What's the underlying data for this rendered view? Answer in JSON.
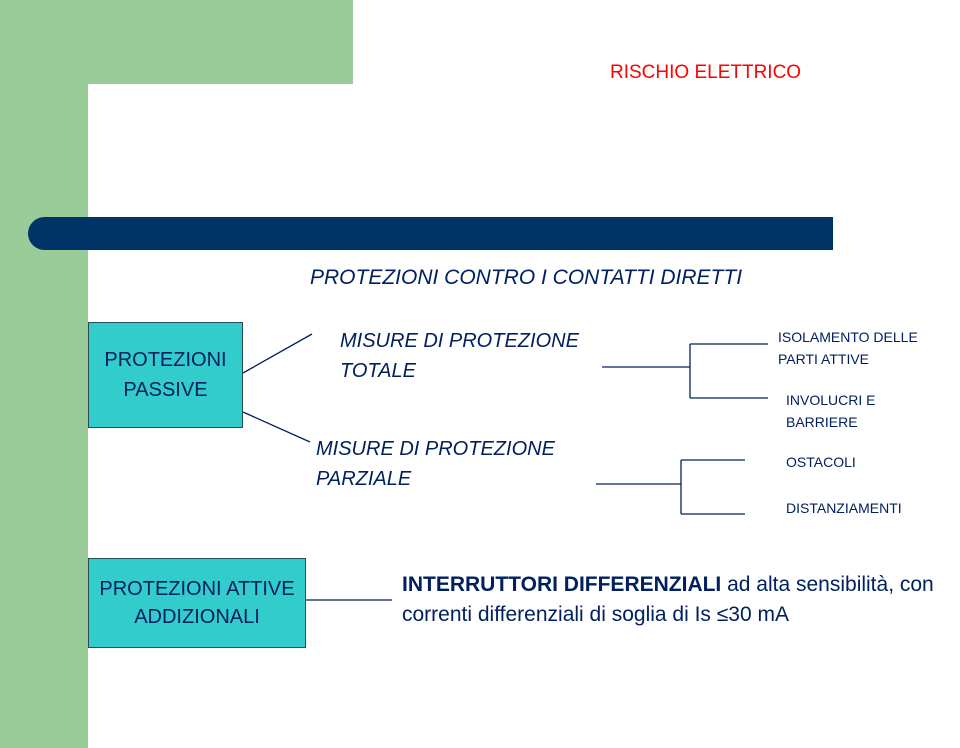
{
  "slide_title": "RISCHIO ELETTRICO",
  "heading": "PROTEZIONI CONTRO I CONTATTI DIRETTI",
  "passive_box": {
    "line1": "PROTEZIONI",
    "line2": "PASSIVE"
  },
  "measures": {
    "total": {
      "line1": "MISURE DI PROTEZIONE",
      "line2": "TOTALE"
    },
    "partial": {
      "line1": "MISURE DI PROTEZIONE",
      "line2": "PARZIALE"
    }
  },
  "total_items": [
    {
      "line1": "ISOLAMENTO DELLE",
      "line2": "PARTI ATTIVE"
    },
    {
      "line1": "INVOLUCRI E",
      "line2": "BARRIERE"
    }
  ],
  "partial_items": [
    {
      "label": "OSTACOLI"
    },
    {
      "label": "DISTANZIAMENTI"
    }
  ],
  "active_box": {
    "line1": "PROTEZIONI ATTIVE",
    "line2": "ADDIZIONALI"
  },
  "active_desc": {
    "bold": "INTERRUTTORI DIFFERENZIALI",
    "rest1": " ad alta sensibilità, con",
    "rest2": "correnti differenziali di soglia di Is ≤30 mA"
  },
  "colors": {
    "green_panel": "#99cc99",
    "blue_bar": "#003366",
    "box_fill": "#33cccc",
    "text_navy": "#002060",
    "title_red": "#ff0000"
  }
}
